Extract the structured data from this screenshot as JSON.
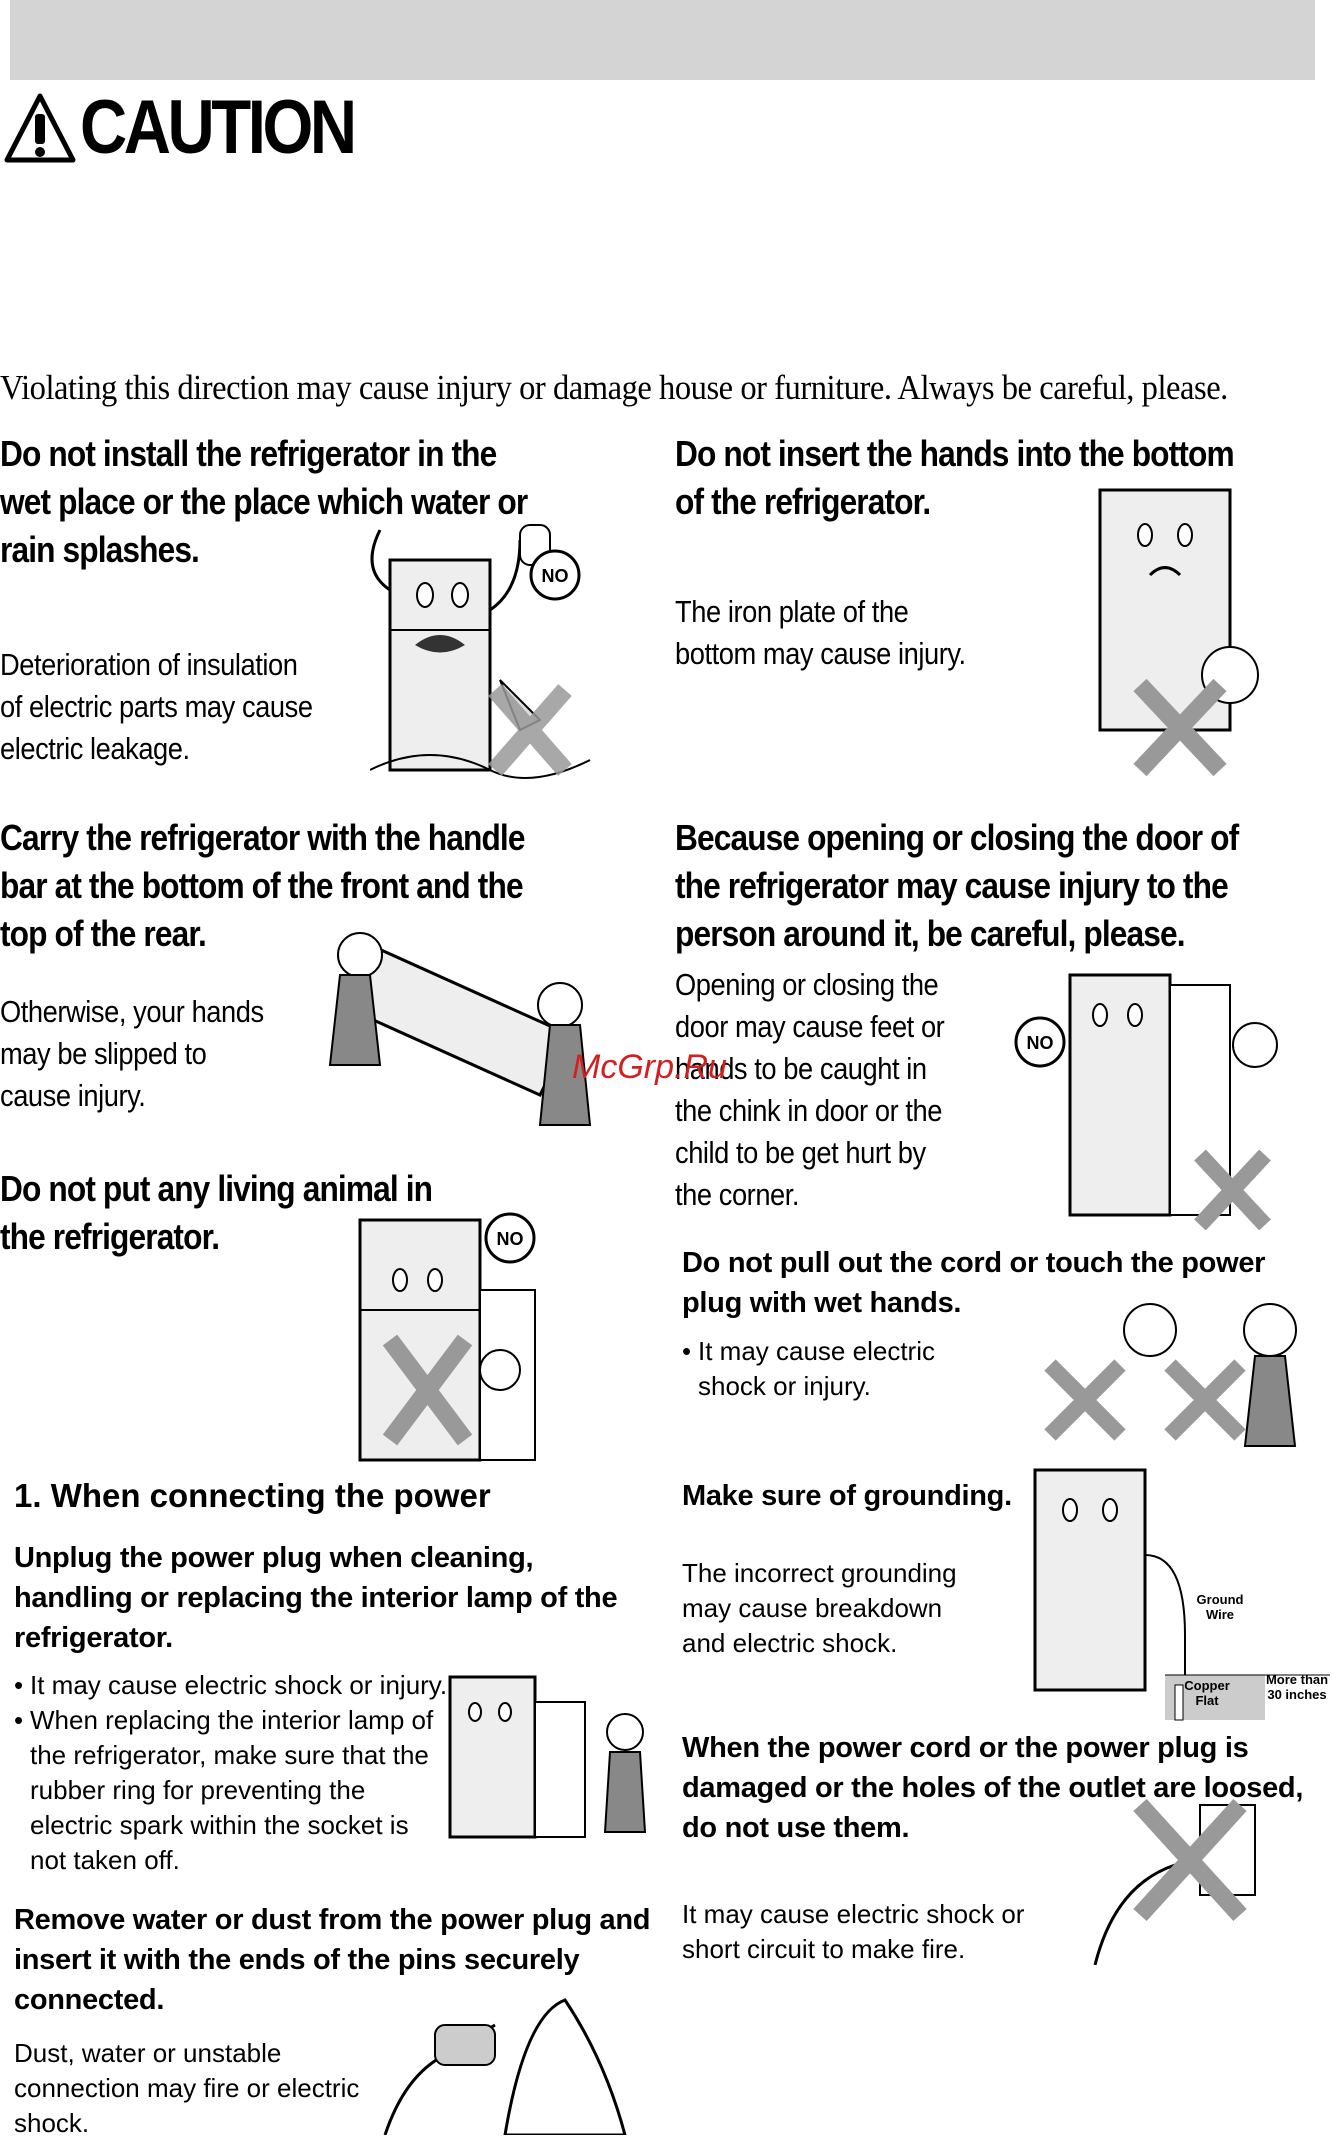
{
  "header": {
    "caution_label": "CAUTION"
  },
  "lead_text": "Violating this direction may cause injury or damage house or furniture. Always be careful, please.",
  "watermark": "McGrp.Ru",
  "left_column": {
    "wet_place": {
      "heading": "Do not install the refrigerator in the wet place or the place which water or rain splashes.",
      "text": "Deterioration of insulation of electric parts may cause electric leakage.",
      "badge": "NO"
    },
    "carry": {
      "heading": "Carry the refrigerator with the handle bar at the bottom of the front and the top of the rear.",
      "text": "Otherwise, your hands may be slipped to cause injury."
    },
    "animal": {
      "heading": "Do not put any living animal in the refrigerator.",
      "badge": "NO"
    },
    "power_section": {
      "title": "1. When connecting the power",
      "unplug_heading": "Unplug the power plug when cleaning, handling or replacing the interior lamp of the refrigerator.",
      "bullets": [
        "It may cause electric shock or injury.",
        "When replacing the interior lamp of the refrigerator, make sure that the rubber ring for preventing the electric spark within the socket is not taken off."
      ],
      "dust_heading": "Remove water or dust from the power plug and insert it with the ends of the pins securely connected.",
      "dust_text": "Dust, water or unstable connection may fire or electric shock."
    }
  },
  "right_column": {
    "hands_bottom": {
      "heading": "Do not insert the hands into the bottom of the refrigerator.",
      "text": "The iron plate of the bottom may cause injury."
    },
    "door": {
      "heading": "Because opening or closing the door of the refrigerator may cause injury to the person around it, be careful, please.",
      "text": "Opening or closing the door may cause feet or hands to be caught in the chink in door or the child to be get hurt by the corner.",
      "badge": "NO"
    },
    "wet_hands": {
      "heading": "Do not pull out the cord or touch the power plug with wet hands.",
      "bullet": "It may cause electric shock or injury."
    },
    "grounding": {
      "heading": "Make sure of grounding.",
      "text": "The incorrect grounding may cause breakdown and electric shock.",
      "label_ground": "Ground Wire",
      "label_copper": "Copper Flat",
      "label_depth": "More than 30 inches"
    },
    "damaged_cord": {
      "heading": "When the power cord or the power plug is damaged or the holes of the outlet are loosed, do not use them.",
      "text": "It may cause electric shock or short circuit to make fire."
    }
  }
}
